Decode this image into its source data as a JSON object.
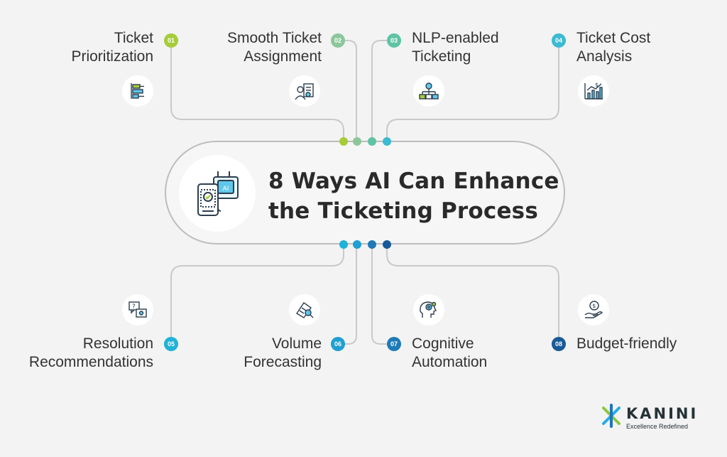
{
  "title": {
    "line1": "8 Ways AI Can Enhance",
    "line2": "the Ticketing Process"
  },
  "hero_icon": {
    "text": "AI",
    "name": "ai-ticket-icon"
  },
  "items": [
    {
      "num": "01",
      "line1": "Ticket",
      "line2": "Prioritization",
      "color": "#a6cc3a",
      "icon": "prioritization-icon"
    },
    {
      "num": "02",
      "line1": "Smooth Ticket",
      "line2": "Assignment",
      "color": "#8cc79a",
      "icon": "assignment-icon"
    },
    {
      "num": "03",
      "line1": "NLP-enabled",
      "line2": "Ticketing",
      "color": "#5ec4a4",
      "icon": "nlp-network-icon"
    },
    {
      "num": "04",
      "line1": "Ticket Cost",
      "line2": "Analysis",
      "color": "#3dbad1",
      "icon": "cost-chart-icon"
    },
    {
      "num": "05",
      "line1": "Resolution",
      "line2": "Recommendations",
      "color": "#1fb2d8",
      "icon": "recommendation-icon"
    },
    {
      "num": "06",
      "line1": "Volume",
      "line2": "Forecasting",
      "color": "#1f9fd3",
      "icon": "forecasting-icon"
    },
    {
      "num": "07",
      "line1": "Cognitive",
      "line2": "Automation",
      "color": "#1e7ab8",
      "icon": "cognitive-brain-icon"
    },
    {
      "num": "08",
      "line1": "Budget-friendly",
      "line2": "",
      "color": "#185a97",
      "icon": "budget-hand-icon"
    }
  ],
  "brand": {
    "name": "KANINI",
    "tagline": "Excellence Redefined",
    "colors": [
      "#8cc63f",
      "#29abe2",
      "#1b75bc"
    ]
  }
}
